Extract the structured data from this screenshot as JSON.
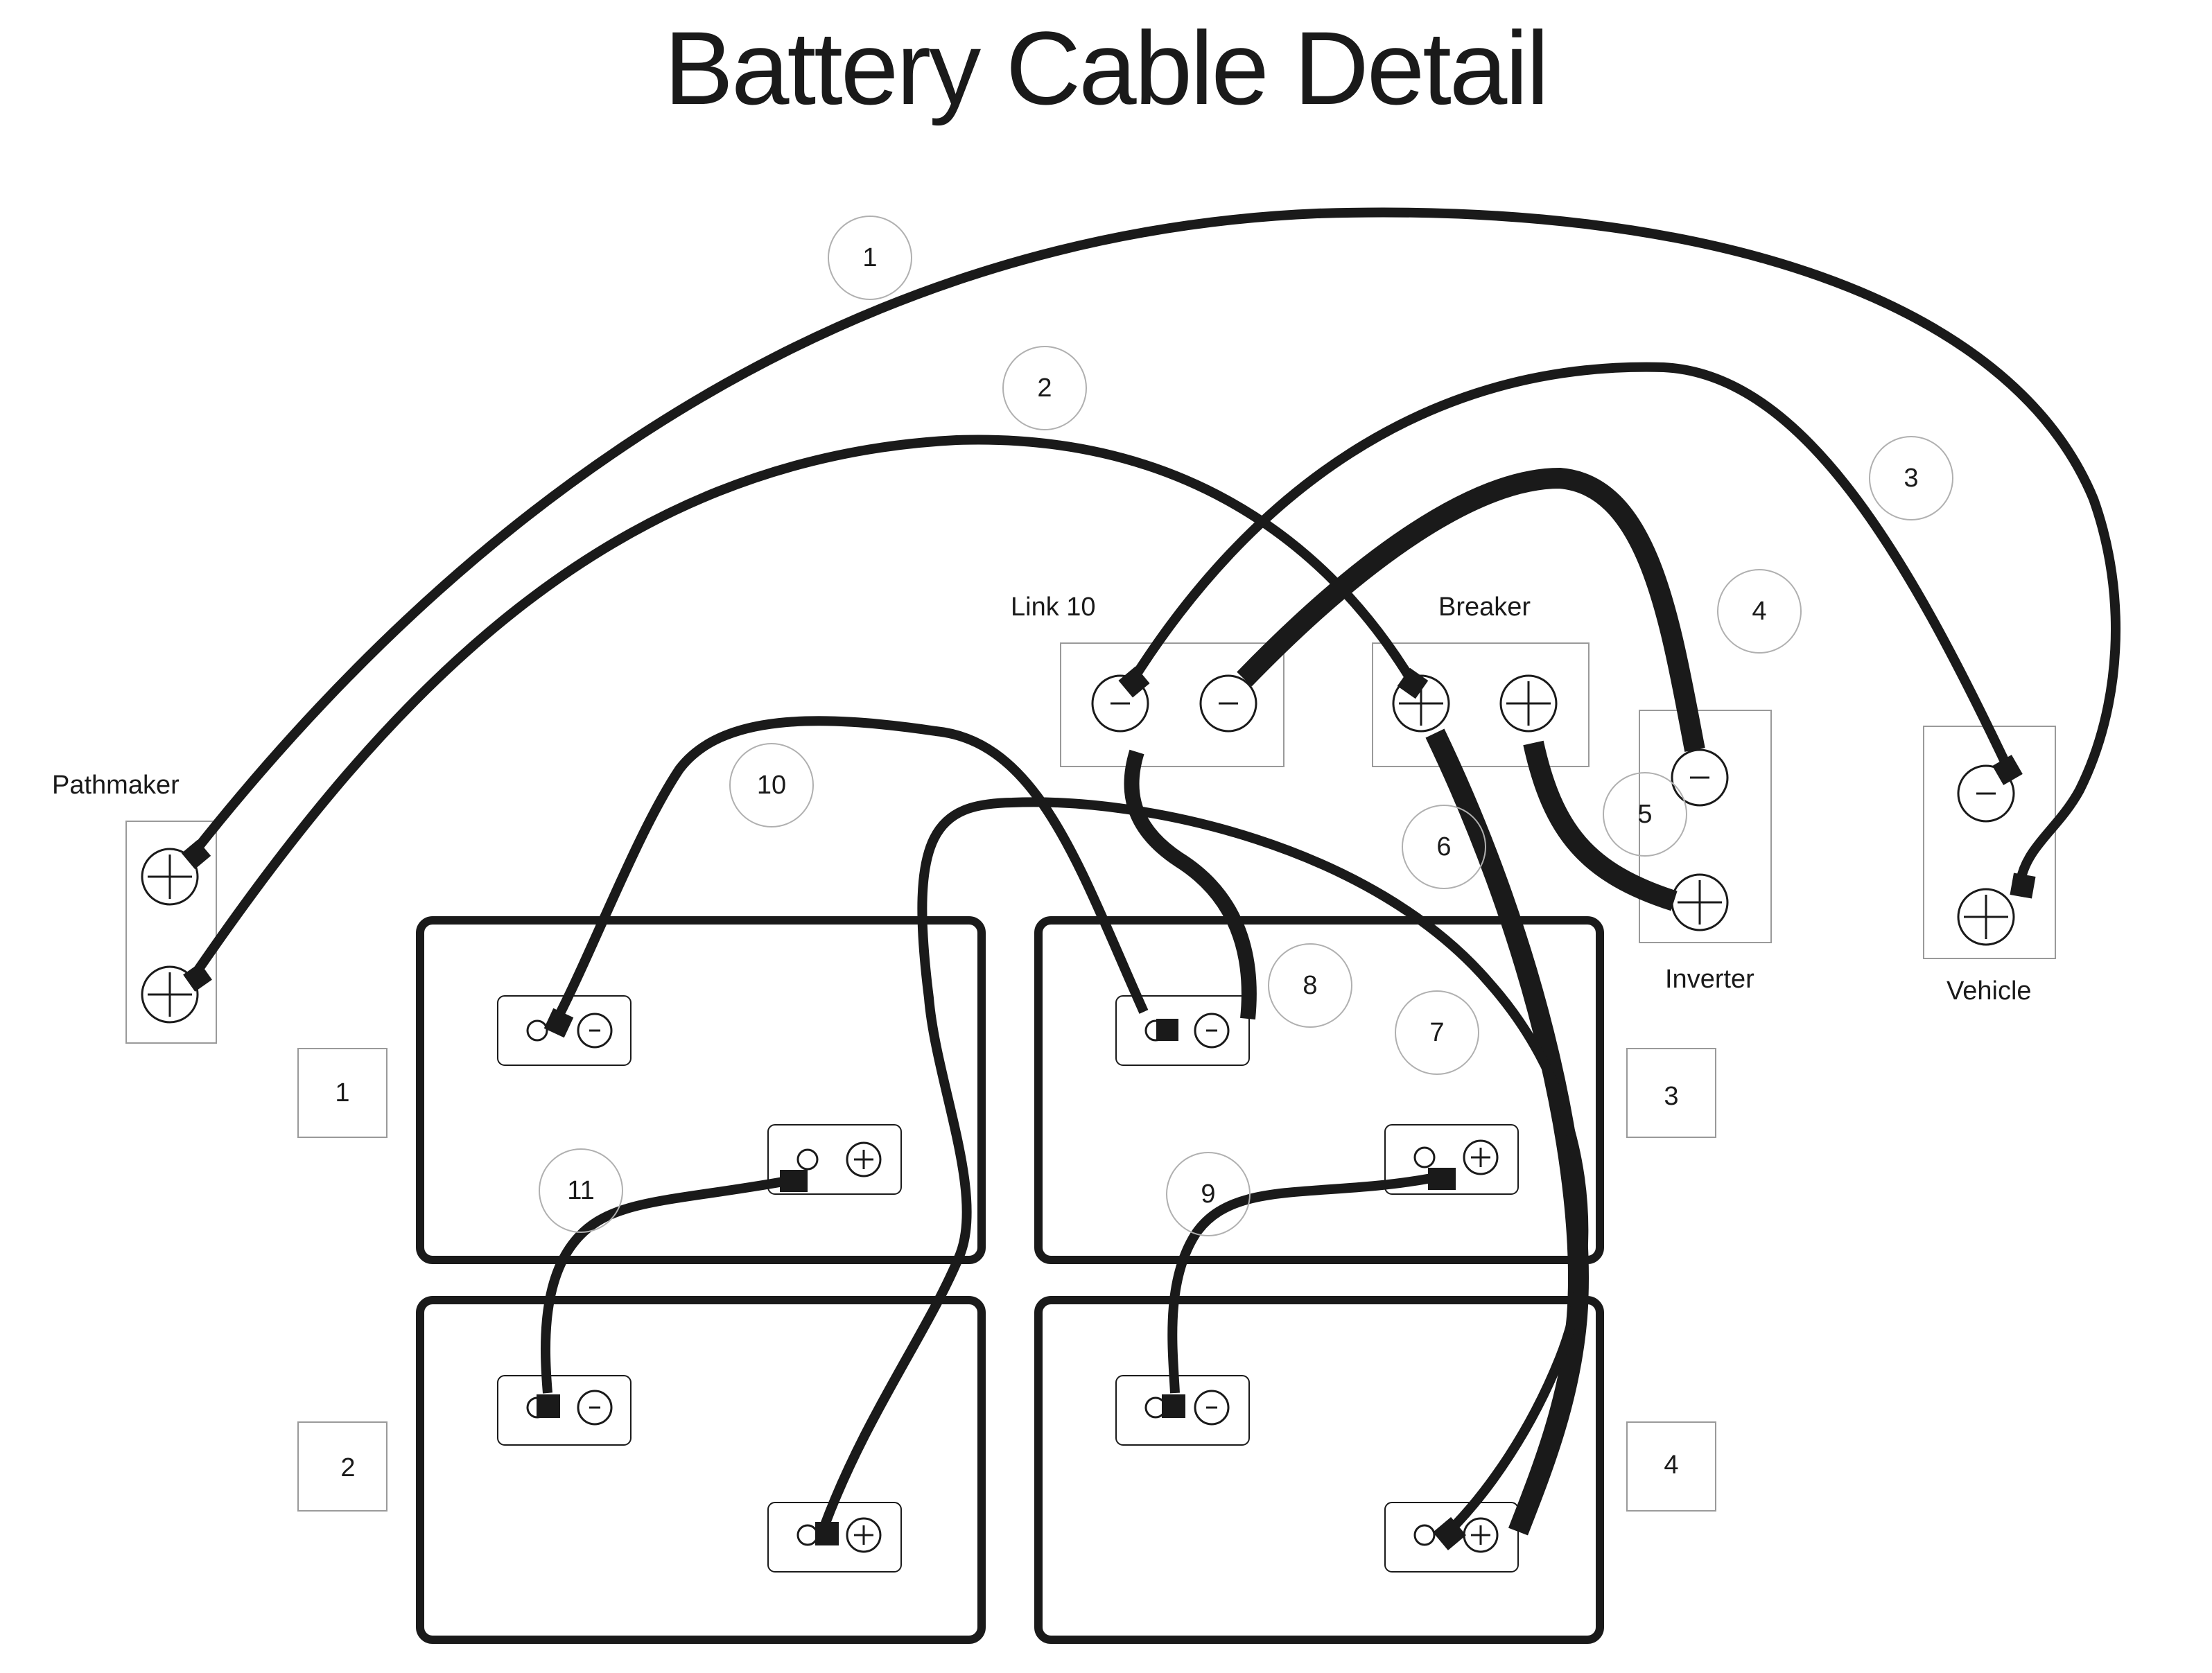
{
  "title": "Battery Cable Detail",
  "components": {
    "pathmaker": "Pathmaker",
    "link10": "Link 10",
    "breaker": "Breaker",
    "inverter": "Inverter",
    "vehicle": "Vehicle"
  },
  "battery_numbers": [
    "1",
    "2",
    "3",
    "4"
  ],
  "cable_numbers": [
    "1",
    "2",
    "3",
    "4",
    "5",
    "6",
    "7",
    "8",
    "9",
    "10",
    "11"
  ],
  "symbols": {
    "positive": "+",
    "negative": "-"
  }
}
